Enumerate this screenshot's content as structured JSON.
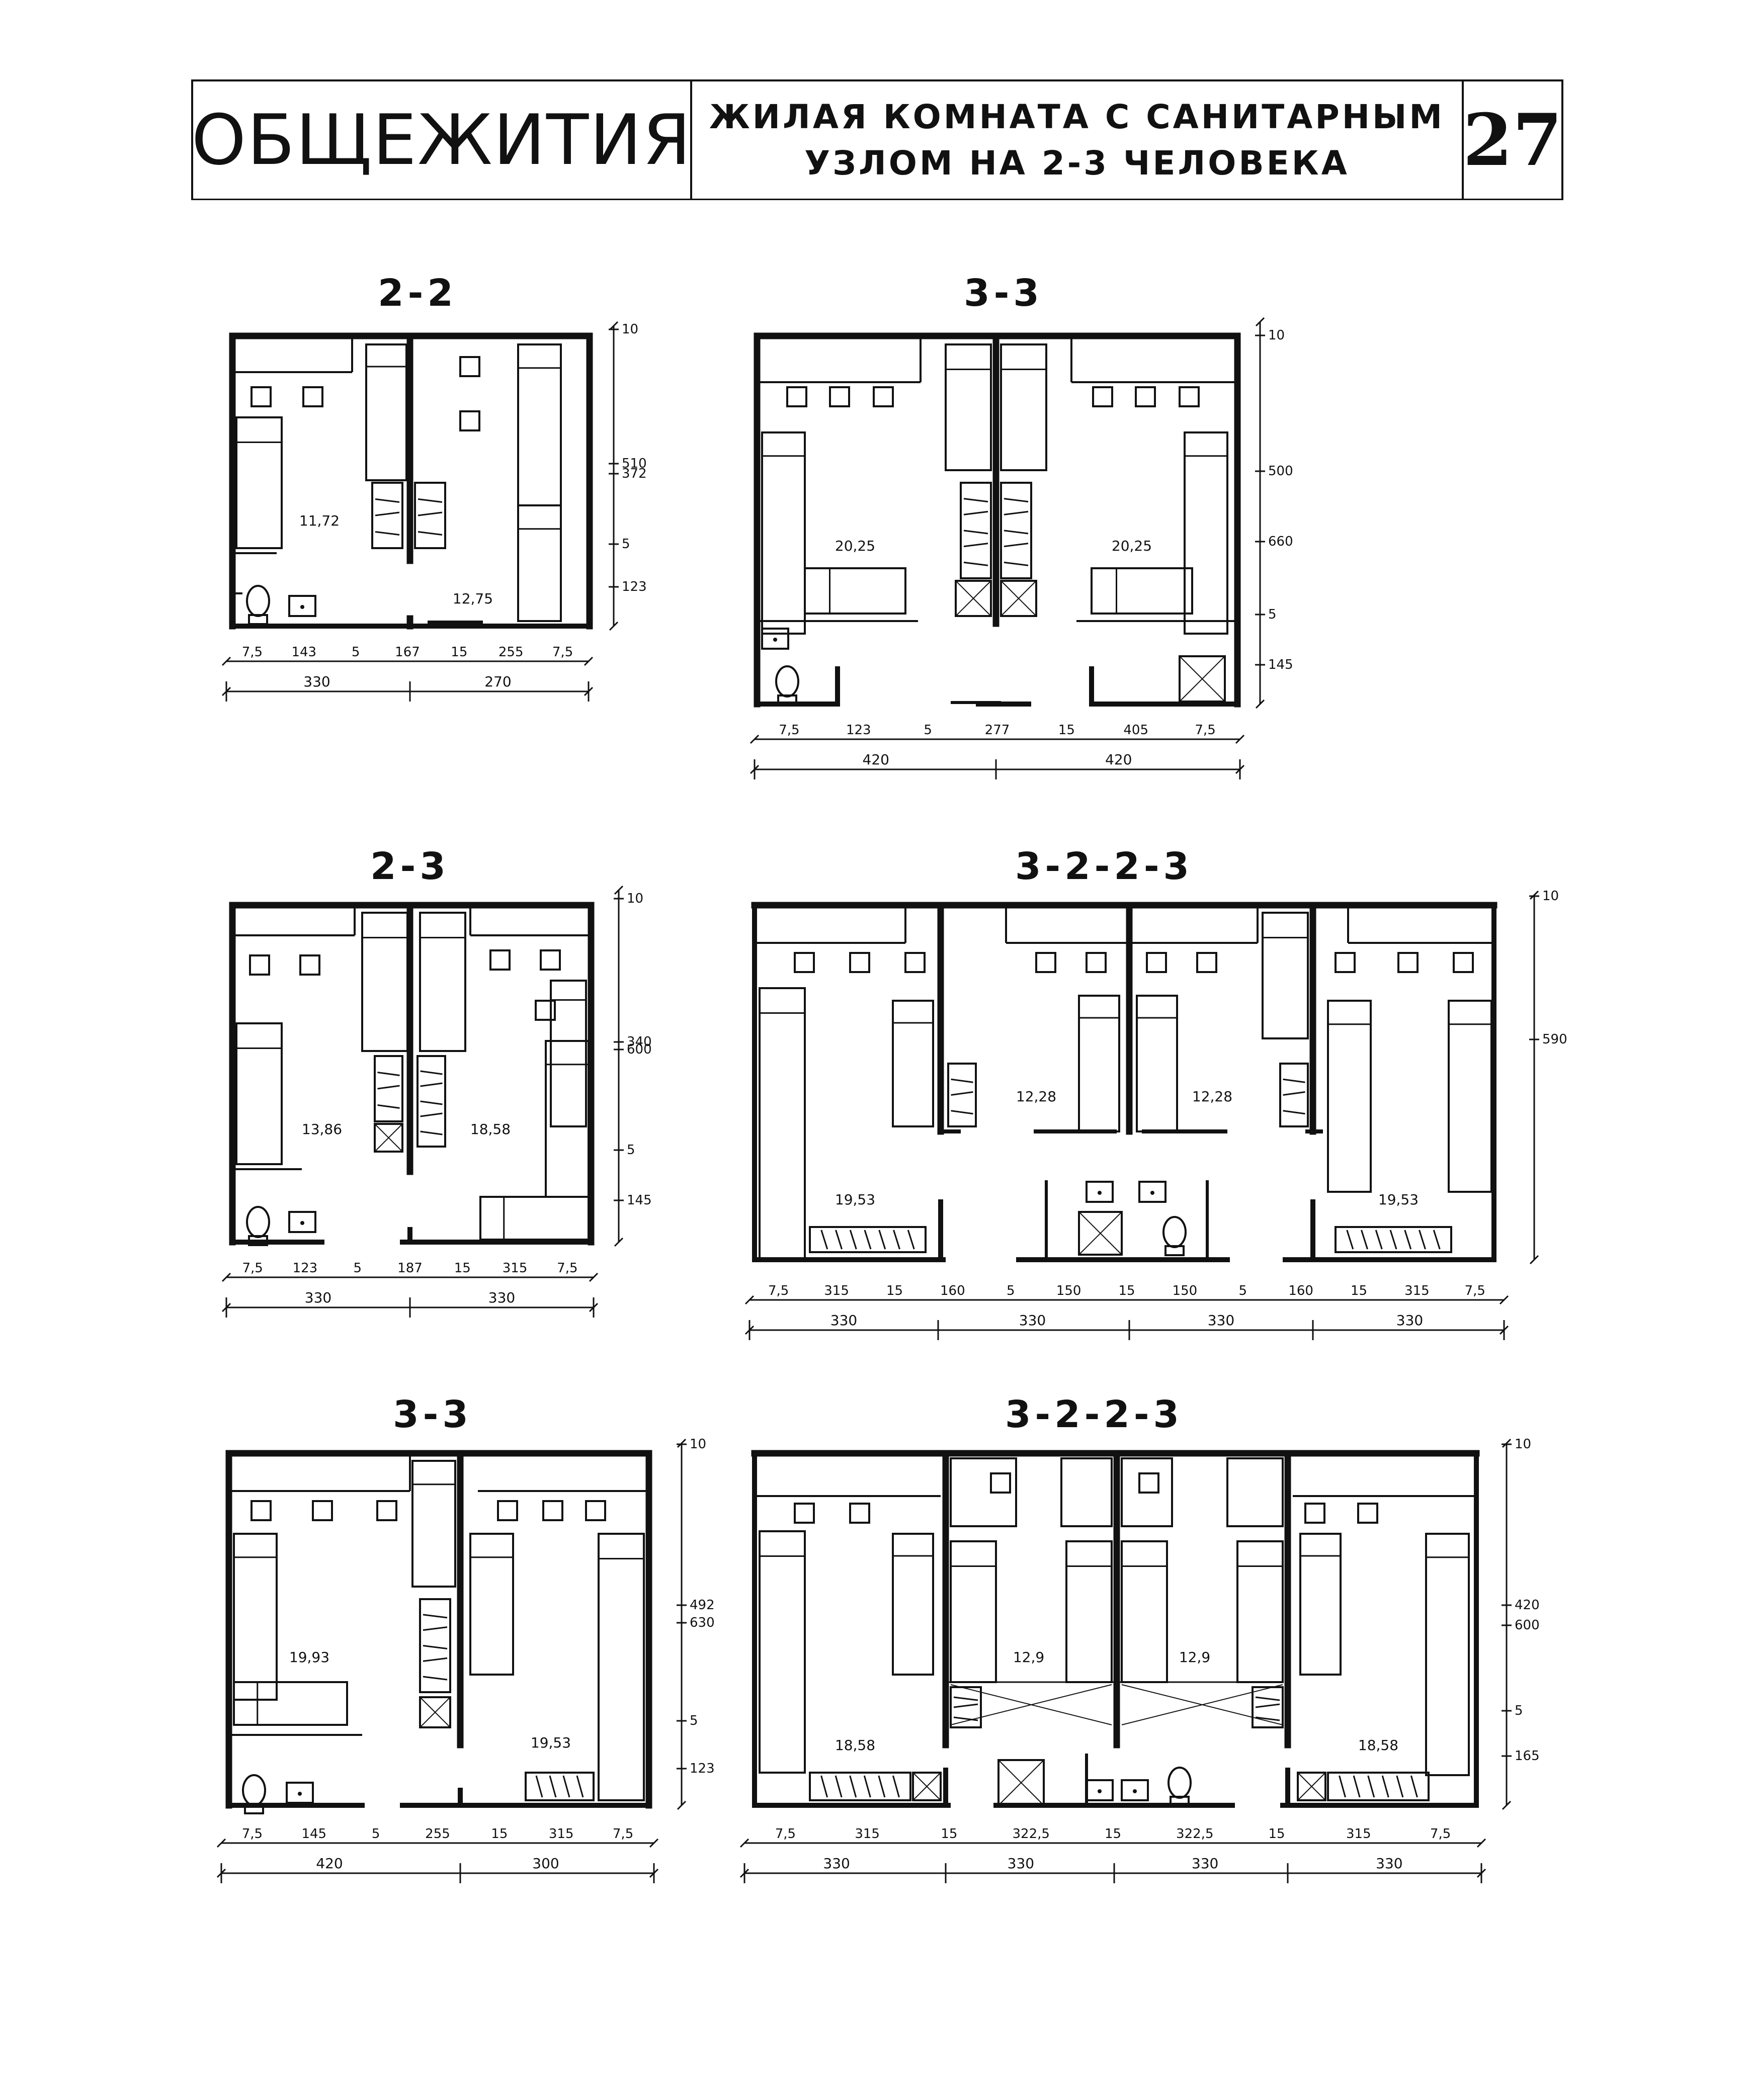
{
  "header": {
    "category": "ОБЩЕЖИТИЯ",
    "title_line1": "ЖИЛАЯ КОМНАТА С САНИТАРНЫМ",
    "title_line2": "УЗЛОМ НА 2-3 ЧЕЛОВЕКА",
    "page_number": "27"
  },
  "plans": [
    {
      "title": "2-2",
      "room_areas": [
        "11,72",
        "12,75"
      ],
      "vertical_dims": [
        "10",
        "372",
        "510",
        "5",
        "123"
      ],
      "bottom_dims_row1": [
        "7,5",
        "143",
        "5",
        "167",
        "15",
        "255",
        "7,5"
      ],
      "bottom_dims_row2": [
        "330",
        "270"
      ]
    },
    {
      "title": "3-3",
      "room_areas": [
        "20,25",
        "20,25"
      ],
      "vertical_dims": [
        "10",
        "500",
        "660",
        "5",
        "145"
      ],
      "bottom_dims_row1": [
        "7,5",
        "123",
        "5",
        "277",
        "15",
        "405",
        "7,5"
      ],
      "bottom_dims_row2": [
        "420",
        "420"
      ]
    },
    {
      "title": "2-3",
      "room_areas": [
        "13,86",
        "18,58"
      ],
      "vertical_dims": [
        "10",
        "340",
        "600",
        "5",
        "145"
      ],
      "bottom_dims_row1": [
        "7,5",
        "123",
        "5",
        "187",
        "15",
        "315",
        "7,5"
      ],
      "bottom_dims_row2": [
        "330",
        "330"
      ]
    },
    {
      "title": "3-2-2-3",
      "room_areas": [
        "19,53",
        "12,28",
        "12,28",
        "19,53"
      ],
      "vertical_dims": [
        "10",
        "590"
      ],
      "bottom_dims_row1": [
        "7,5",
        "315",
        "15",
        "160",
        "5",
        "150",
        "15",
        "150",
        "5",
        "160",
        "15",
        "315",
        "7,5"
      ],
      "bottom_dims_row2": [
        "330",
        "330",
        "330",
        "330"
      ]
    },
    {
      "title": "3-3",
      "room_areas": [
        "19,93",
        "19,53"
      ],
      "vertical_dims": [
        "10",
        "492",
        "630",
        "5",
        "123"
      ],
      "bottom_dims_row1": [
        "7,5",
        "145",
        "5",
        "255",
        "15",
        "315",
        "7,5"
      ],
      "bottom_dims_row2": [
        "420",
        "300"
      ]
    },
    {
      "title": "3-2-2-3",
      "room_areas": [
        "18,58",
        "12,9",
        "12,9",
        "18,58"
      ],
      "vertical_dims": [
        "10",
        "420",
        "600",
        "5",
        "165"
      ],
      "bottom_dims_row1": [
        "7,5",
        "315",
        "15",
        "322,5",
        "15",
        "322,5",
        "15",
        "315",
        "7,5"
      ],
      "bottom_dims_row2": [
        "330",
        "330",
        "330",
        "330"
      ]
    }
  ]
}
